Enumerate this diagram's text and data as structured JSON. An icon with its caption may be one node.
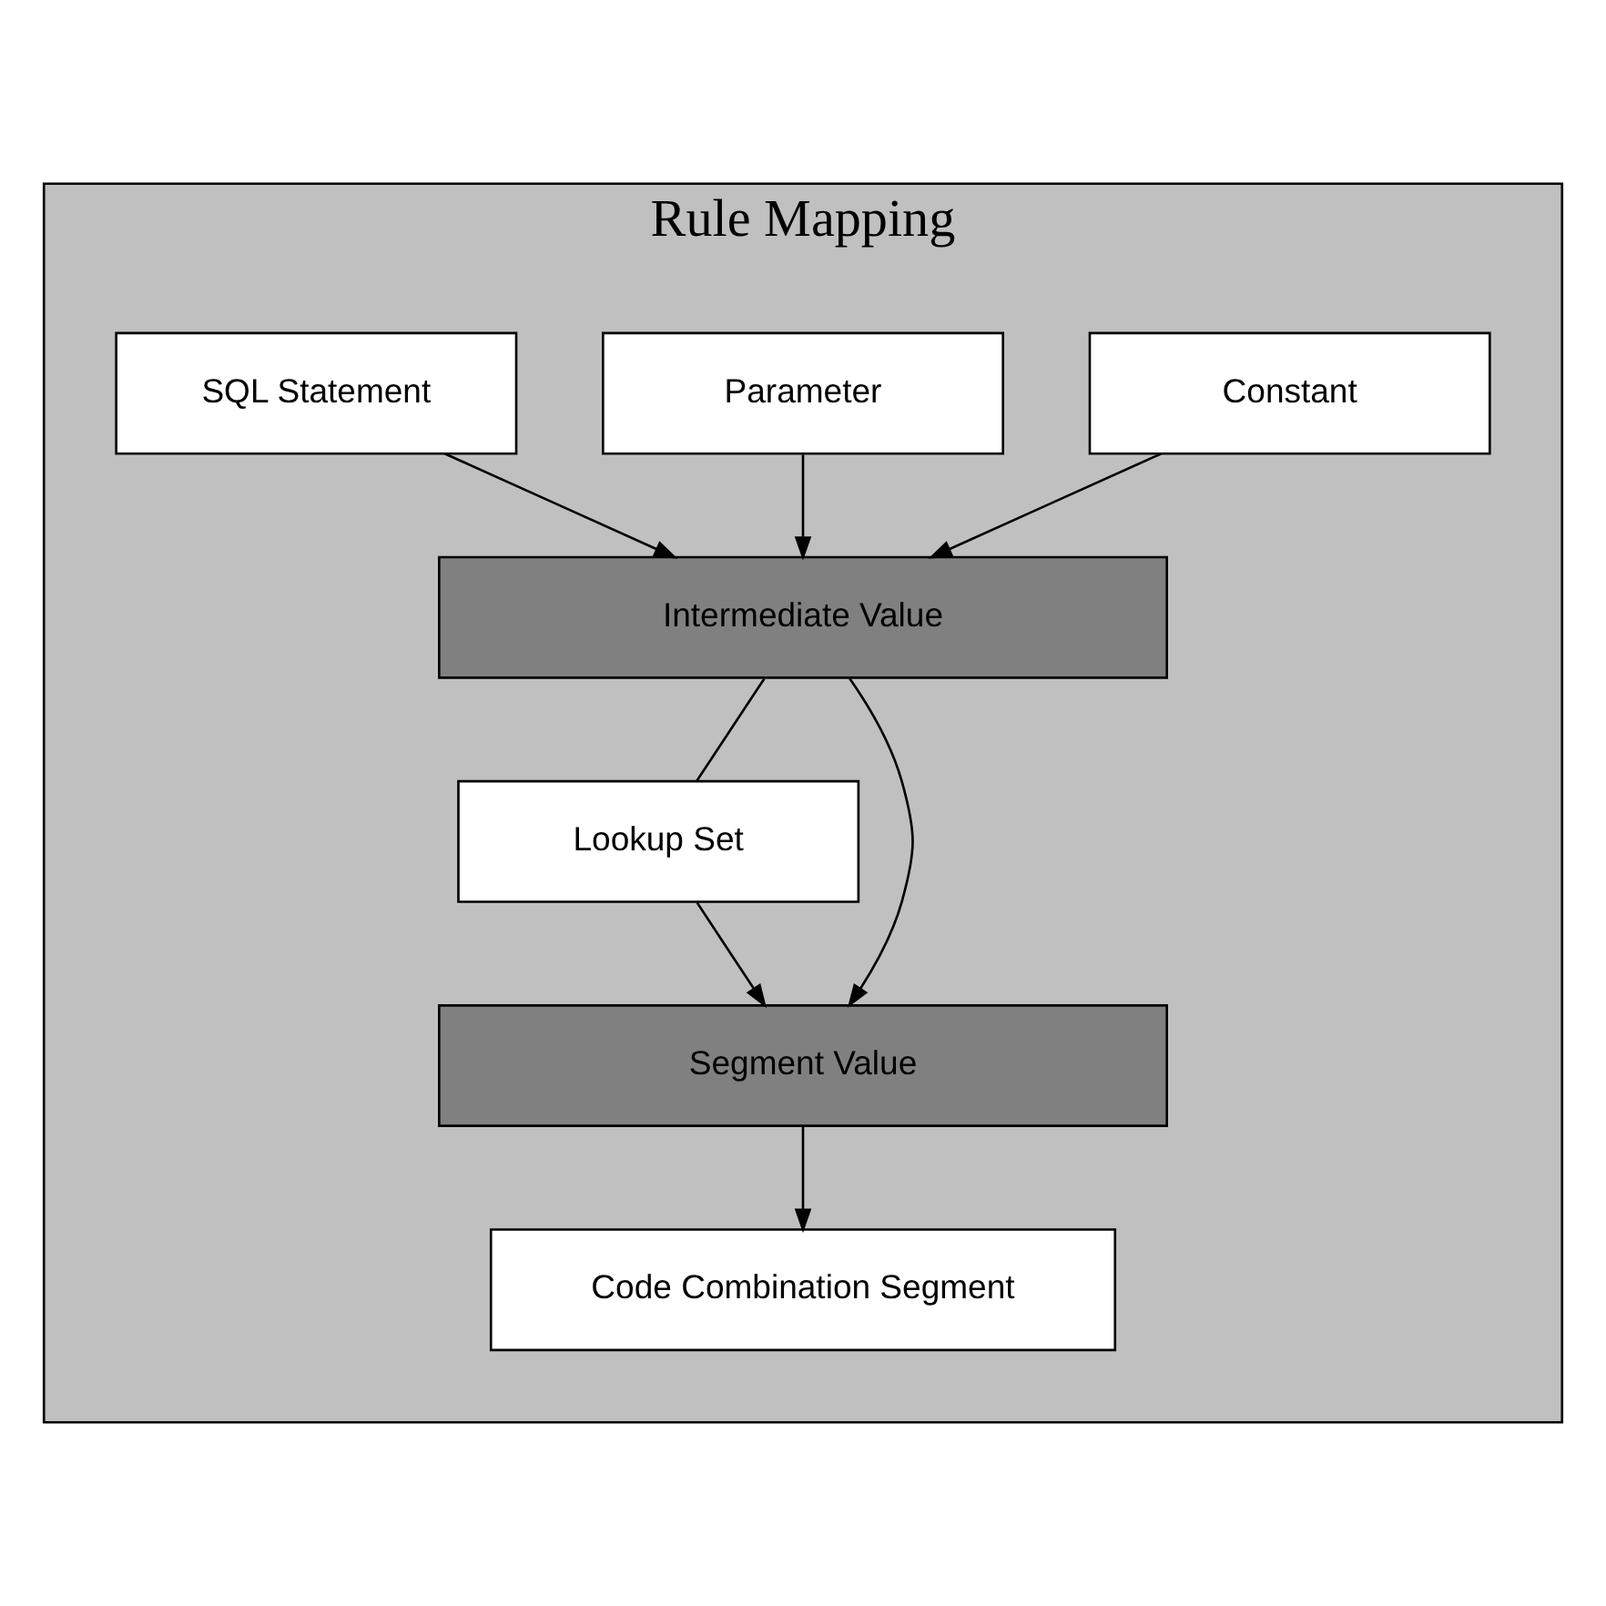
{
  "diagram": {
    "nodes": [
      {
        "text": [
          "Rule Mapping"
        ]
      },
      {
        "text": [
          "Constant"
        ],
        "in": 0
      },
      {
        "text": [
          "Parameter"
        ],
        "in": 0
      },
      {
        "text": [
          "SQL Statement"
        ],
        "in": 0
      },
      {
        "text": [
          "Intermediate Value"
        ],
        "in": 0
      },
      {
        "text": [
          "Lookup Set"
        ],
        "in": 0
      },
      {
        "text": [
          "Segment Value"
        ],
        "in": 0
      },
      {
        "text": [
          "Code Combination Segment"
        ],
        "in": 0
      }
    ],
    "edges": [
      {
        "from": 1,
        "to": 4,
        "arrow": "to"
      },
      {
        "from": 2,
        "to": 4,
        "arrow": "to"
      },
      {
        "from": 3,
        "to": 4,
        "arrow": "to"
      },
      {
        "from": 4,
        "to": 6,
        "arrow": "to"
      },
      {
        "from": 4,
        "to": 5,
        "arrow": "none"
      },
      {
        "from": 5,
        "to": 6,
        "arrow": "to"
      },
      {
        "from": 6,
        "to": 7,
        "arrow": "to"
      }
    ]
  }
}
